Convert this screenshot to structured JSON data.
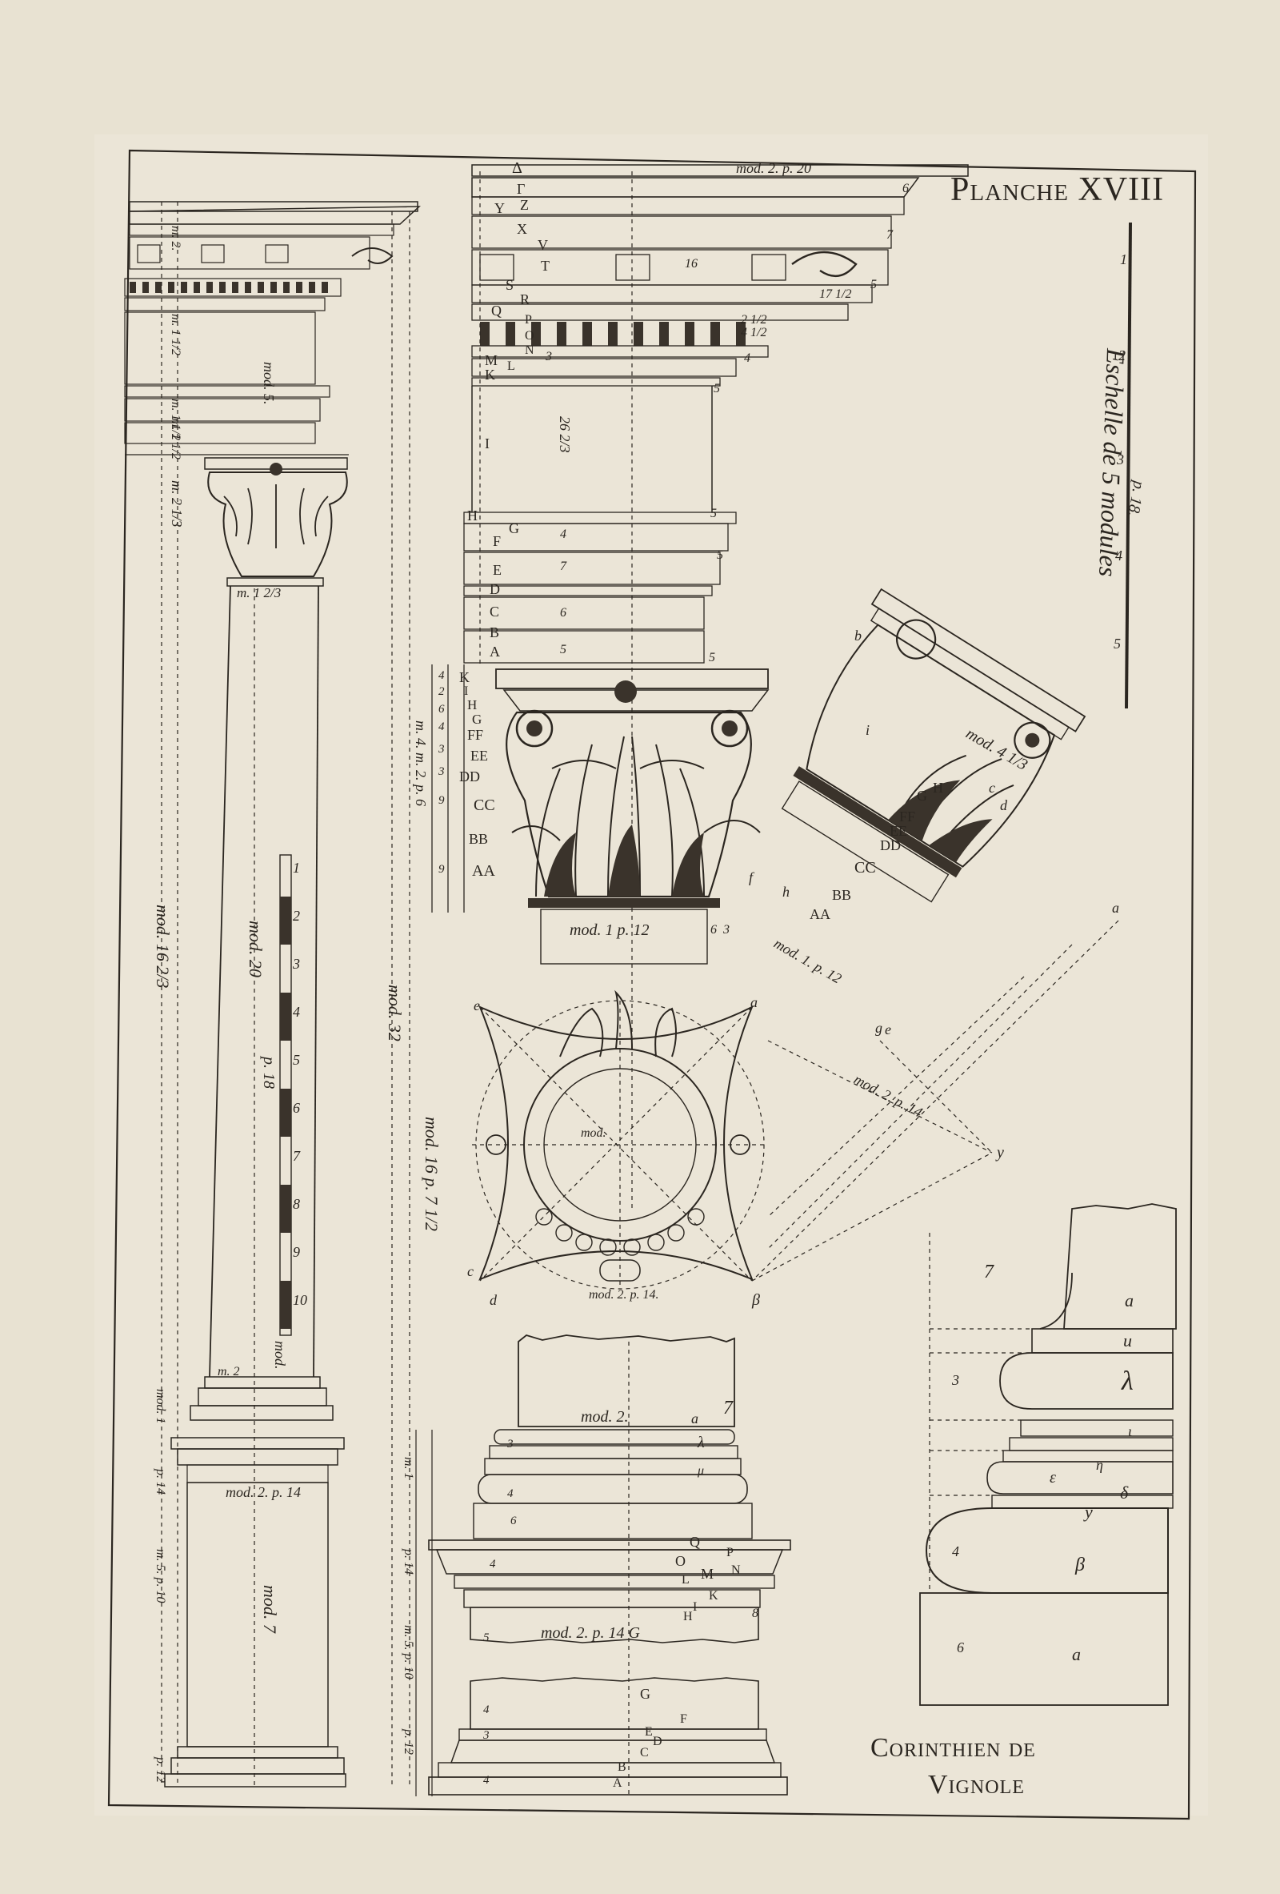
{
  "plate": {
    "title": "Planche XVIII",
    "caption_line1": "Corinthien de",
    "caption_line2": "Vignole"
  },
  "scale": {
    "label": "Eschelle de 5 modules",
    "marks": [
      "1",
      "2",
      "3",
      "4",
      "5"
    ],
    "parts_label": "p. 18."
  },
  "column": {
    "entablature_labels": [
      "m. 2.",
      "mod. 5.",
      "m. 1 1/2",
      "m. 1 1/2",
      "m. 1 1/2"
    ],
    "capital_label": "m. 2 1/3",
    "capital_width": "m. 1 2/3",
    "shaft_total": "mod. 16 2/3",
    "column_total": "mod. 20",
    "order_total": "mod. 32",
    "column_parts": "mod. 16 p. 7 1/2",
    "base_width": "m. 2",
    "pedestal_height": "mod. 7",
    "pedestal_width": "mod. 2. p. 14",
    "pedestal_labels": [
      "mod. 1",
      "p. 14",
      "m. 5. p. 10",
      "p. 12"
    ],
    "ruler_marks": [
      "1",
      "2",
      "3",
      "4",
      "5",
      "6",
      "7",
      "8",
      "9",
      "10"
    ],
    "ruler_labels": [
      "p. 18",
      "mod."
    ]
  },
  "entablature_detail": {
    "letters": [
      "Δ",
      "Γ",
      "Ζ",
      "Y",
      "X",
      "V",
      "T",
      "S",
      "R",
      "Q",
      "P",
      "O",
      "N",
      "M",
      "L",
      "K",
      "I",
      "H",
      "G",
      "F",
      "E",
      "D",
      "C",
      "B",
      "A"
    ],
    "top_label": "mod. 2. p. 20",
    "numbers": [
      "6",
      "7",
      "16",
      "17 1/2",
      "5",
      "4",
      "2 1/2",
      "4 1/2",
      "3",
      "5",
      "26 2/3",
      "5",
      "4",
      "7",
      "5",
      "6",
      "5",
      "5"
    ]
  },
  "capital_detail": {
    "letters": [
      "K",
      "I",
      "H",
      "G",
      "FF",
      "EE",
      "DD",
      "CC",
      "BB",
      "AA"
    ],
    "label": "mod. 1 p. 12",
    "side_labels": [
      "m. 4.",
      "m. 2. p. 6"
    ],
    "numbers": [
      "4",
      "2",
      "6",
      "4",
      "3",
      "3",
      "9",
      "9",
      "6",
      "3"
    ]
  },
  "perspective_capital": {
    "letters": [
      "H",
      "G",
      "FF",
      "EE",
      "DD",
      "CC",
      "BB",
      "AA"
    ],
    "labels": [
      "mod. 4 1/3",
      "mod. 1. p. 12",
      "mod. 2. p. 14"
    ],
    "corners": [
      "a",
      "b",
      "c",
      "d",
      "e",
      "f",
      "g",
      "h",
      "i",
      "y"
    ]
  },
  "plan": {
    "label_bottom": "mod. 2. p. 14.",
    "label_center": "mod.",
    "corners": [
      "e",
      "a",
      "c",
      "d",
      "β"
    ]
  },
  "pedestal_detail": {
    "top_label": "mod. 2.",
    "mid_label": "mod. 2. p. 14 G",
    "letters": [
      "λ",
      "μ",
      "a",
      "Q",
      "P",
      "O",
      "N",
      "M",
      "L",
      "K",
      "I",
      "H",
      "G",
      "F",
      "E",
      "D",
      "C",
      "B",
      "A"
    ],
    "side_labels": [
      "m. 1",
      "p. 14",
      "m. 5. p. 10",
      "p. 12"
    ],
    "numbers": [
      "7",
      "8",
      "3",
      "4",
      "6",
      "4",
      "5",
      "4",
      "3",
      "4"
    ]
  },
  "base_detail": {
    "labels": [
      "7",
      "a",
      "u",
      "λ",
      "3",
      "ι",
      "β",
      "4",
      "6",
      "a",
      "y",
      "δ",
      "ε",
      "η"
    ]
  },
  "colors": {
    "paper": "#e9e3d4",
    "ink": "#2b2620"
  }
}
